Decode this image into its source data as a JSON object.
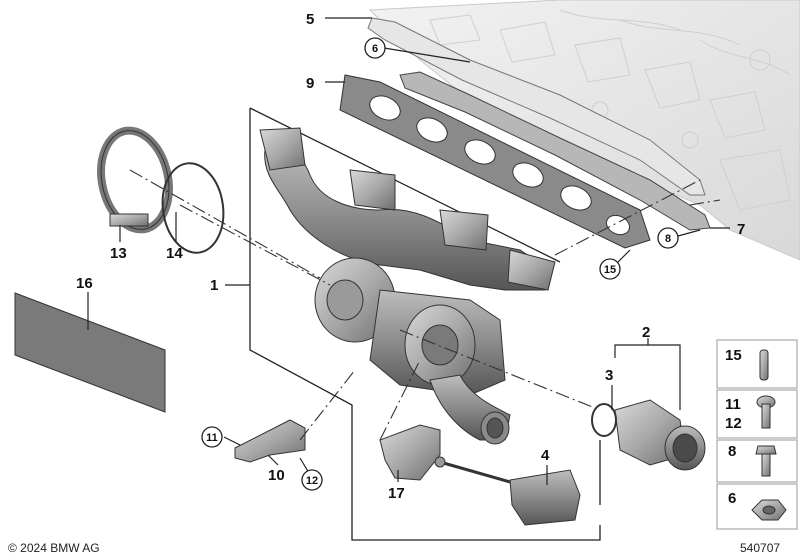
{
  "diagram": {
    "callouts": {
      "c1": "1",
      "c2": "2",
      "c3": "3",
      "c4": "4",
      "c5": "5",
      "c6": "6",
      "c7": "7",
      "c8": "8",
      "c9": "9",
      "c10": "10",
      "c11": "11",
      "c12": "12",
      "c13": "13",
      "c14": "14",
      "c15": "15",
      "c16": "16",
      "c17": "17"
    },
    "legend": {
      "row1": "15",
      "row2a": "11",
      "row2b": "12",
      "row3": "8",
      "row4": "6"
    },
    "copyright": "© 2024 BMW AG",
    "diagram_id": "540707"
  }
}
